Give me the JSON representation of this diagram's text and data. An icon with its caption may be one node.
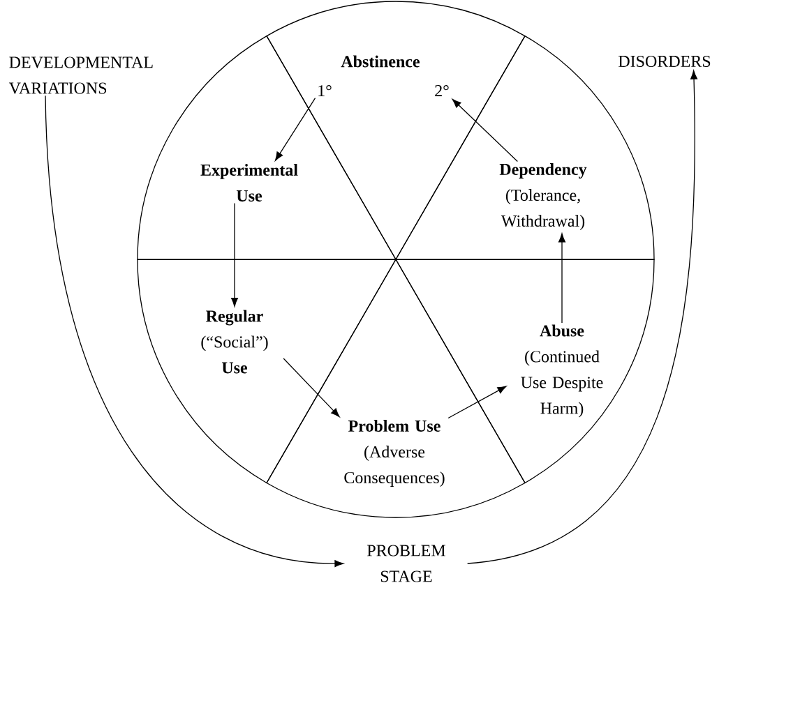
{
  "diagram": {
    "nodes": [
      {
        "text": [
          "Abstinence"
        ]
      },
      {
        "text": [
          "1°"
        ],
        "in": 0
      },
      {
        "text": [
          "2°"
        ],
        "in": 0
      },
      {
        "text": [
          "Experimental Use"
        ]
      },
      {
        "text": [
          "**Regular** (“Social”) **Use**"
        ]
      },
      {
        "text": [
          "Problem Use",
          "(Adverse Consequences)"
        ]
      },
      {
        "text": [
          "Abuse",
          "(Continued Use Despite Harm)"
        ]
      },
      {
        "text": [
          "Dependency",
          "(Tolerance, Withdrawal)"
        ]
      },
      {
        "text": [
          "DEVELOPMENTAL VARIATIONS"
        ]
      },
      {
        "text": [
          "PROBLEM STAGE"
        ]
      },
      {
        "text": [
          "DISORDERS"
        ]
      }
    ],
    "edges": [
      {
        "from": 1,
        "to": 3,
        "arrow": "to"
      },
      {
        "from": 3,
        "to": 4,
        "arrow": "to"
      },
      {
        "from": 4,
        "to": 5,
        "arrow": "to"
      },
      {
        "from": 5,
        "to": 6,
        "arrow": "to"
      },
      {
        "from": 6,
        "to": 7,
        "arrow": "to"
      },
      {
        "from": 7,
        "to": 2,
        "arrow": "to"
      },
      {
        "from": 8,
        "to": 9,
        "arrow": "to"
      },
      {
        "from": 9,
        "to": 10,
        "arrow": "to"
      }
    ]
  }
}
